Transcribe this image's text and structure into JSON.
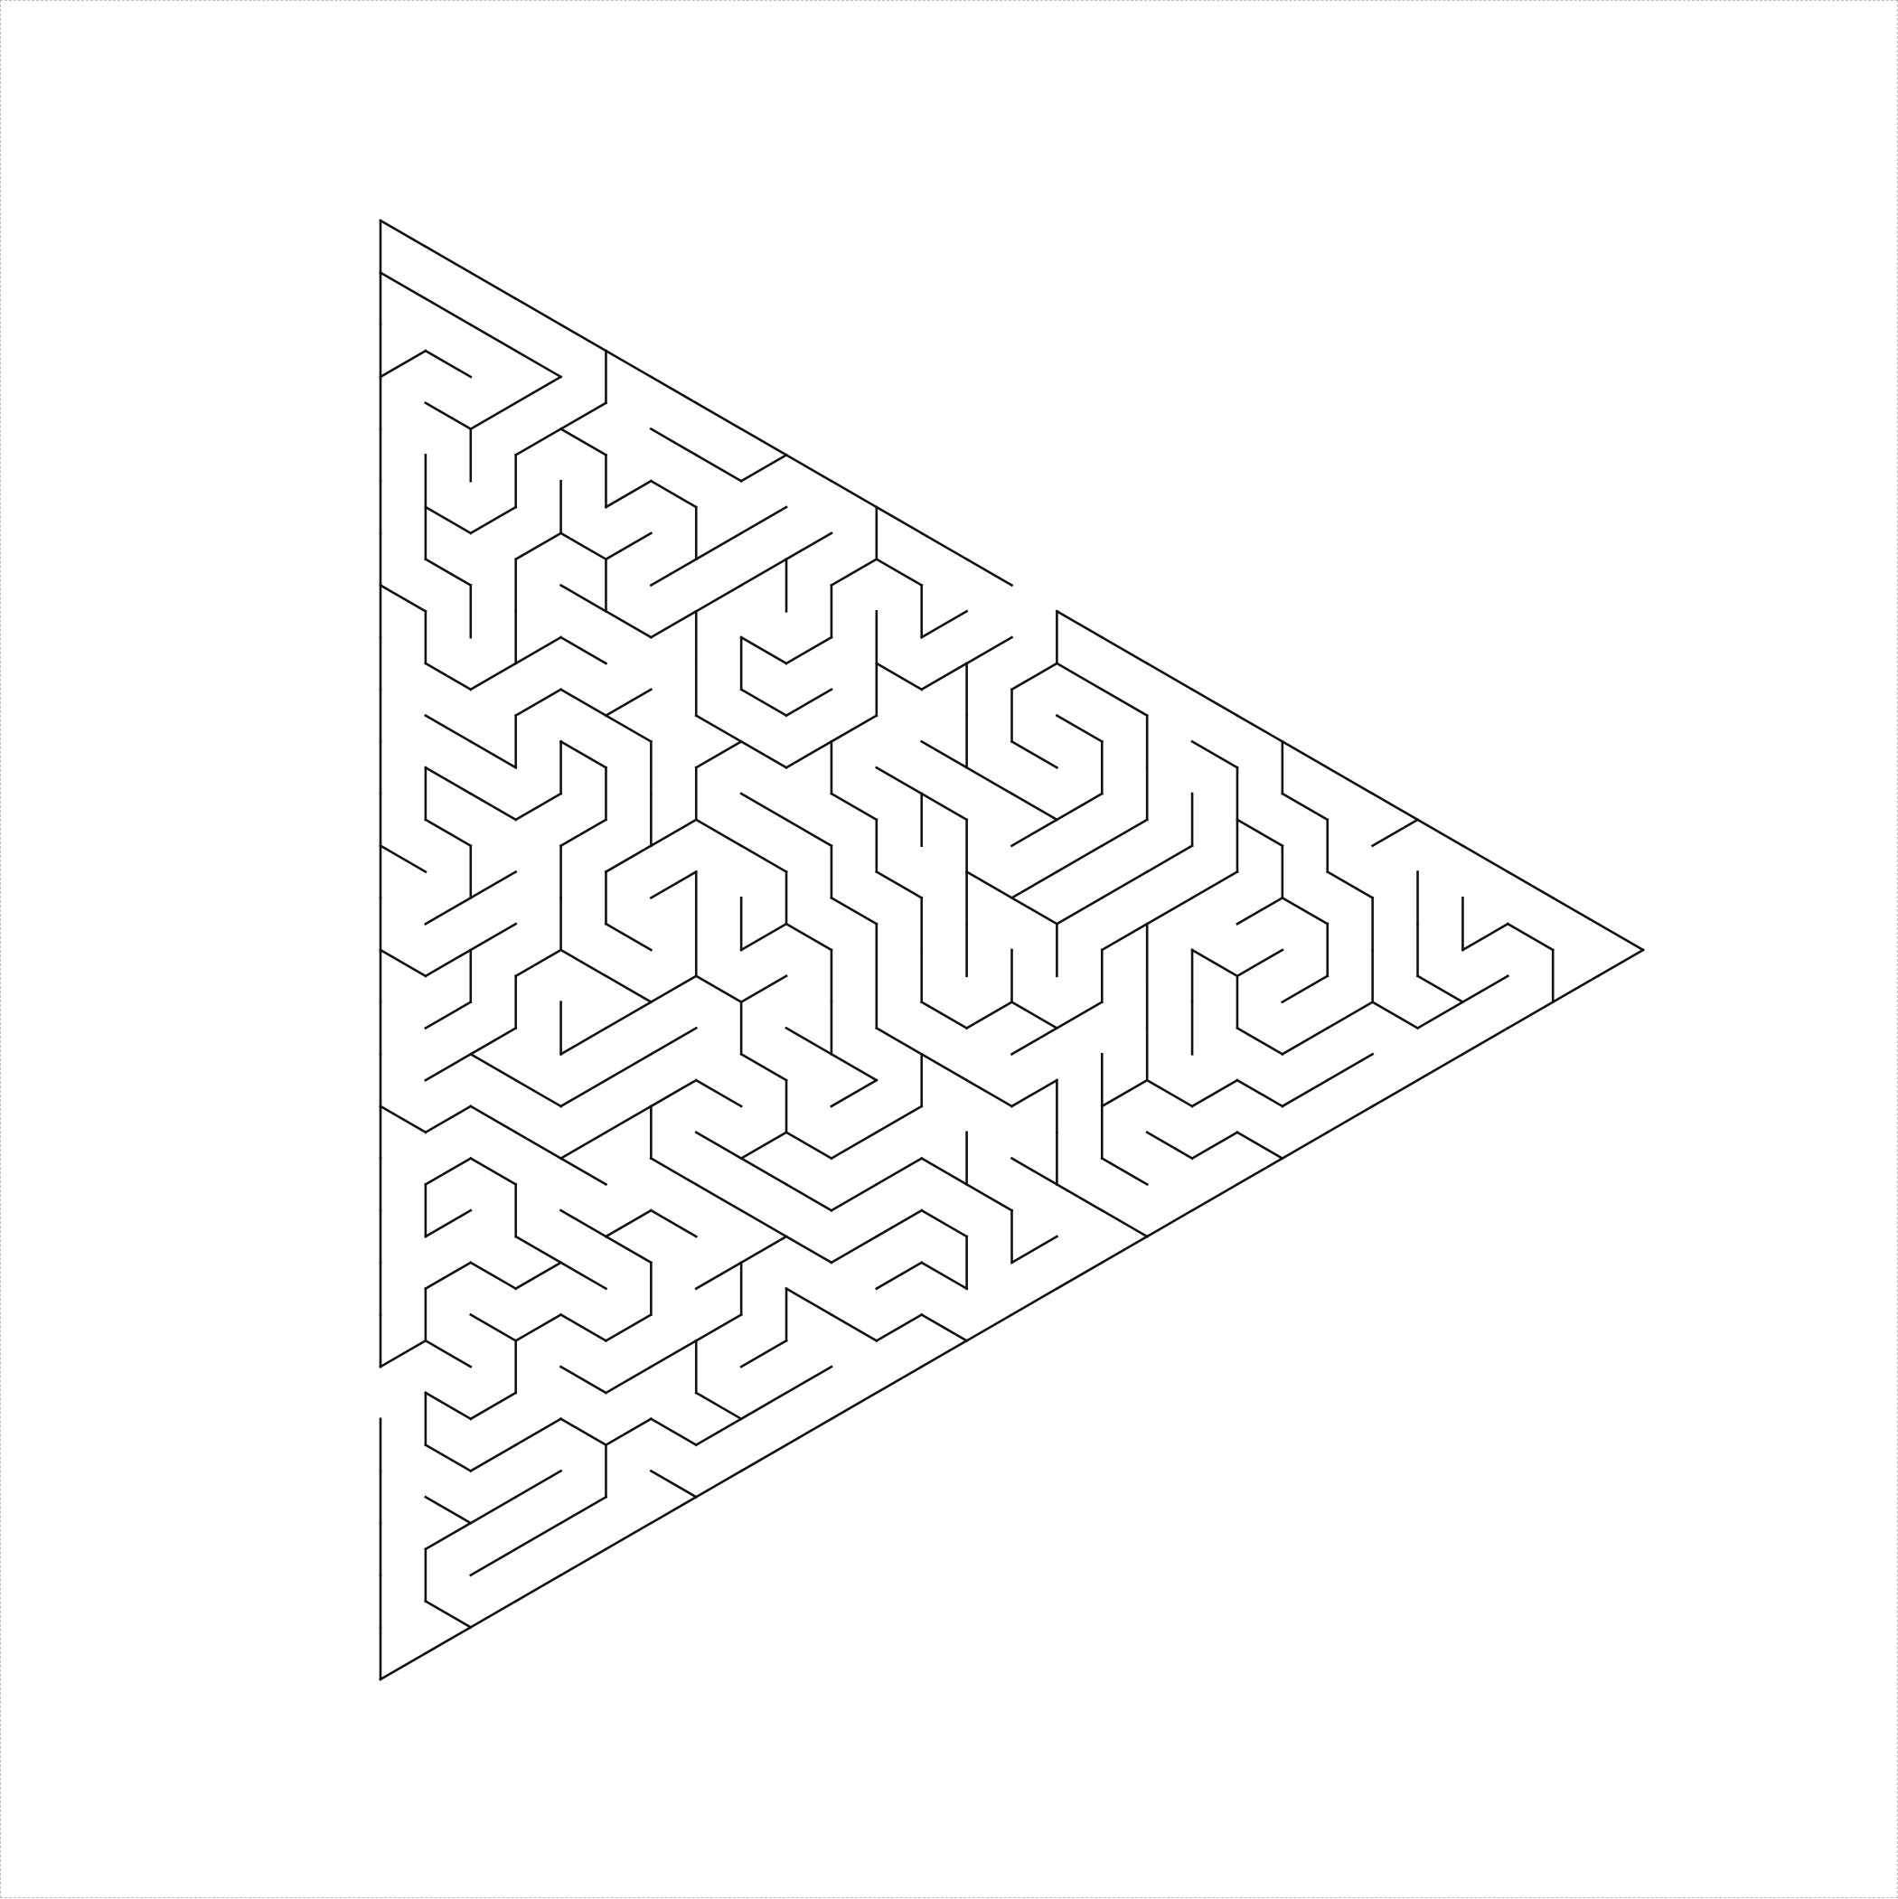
{
  "maze": {
    "shape": "triangle",
    "orientation": "pointing-right",
    "grid": "triangular",
    "rows": 28,
    "wall_color": "#111111",
    "background_color": "#ffffff",
    "frame_border_color": "#bdbdbd",
    "openings": [
      "entrance-top-edge",
      "exit-left-edge"
    ],
    "seed": 20240611
  }
}
